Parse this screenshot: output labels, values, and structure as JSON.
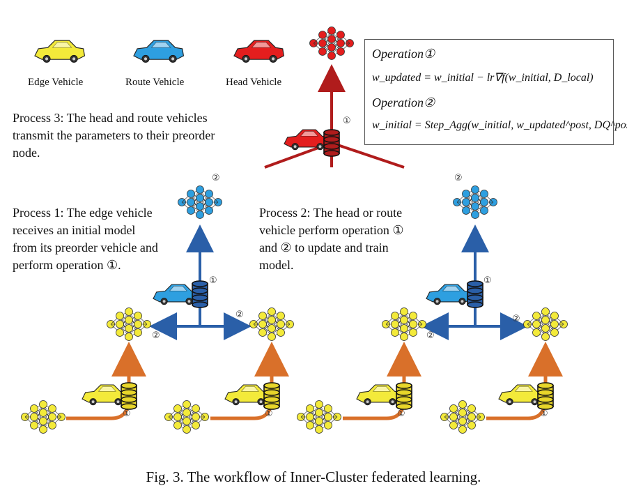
{
  "legend": {
    "edge": {
      "label": "Edge Vehicle",
      "color": "#f3ea3a"
    },
    "route": {
      "label": "Route Vehicle",
      "color": "#2e9fe0"
    },
    "head": {
      "label": "Head Vehicle",
      "color": "#e41e1e"
    }
  },
  "process3": [
    "Process 3: The head and route vehicles",
    "transmit the parameters to their preorder",
    "node."
  ],
  "process1": [
    "Process 1: The edge vehicle",
    "receives an initial model",
    "from its preorder vehicle and",
    "perform operation ①."
  ],
  "process2": [
    "Process 2: The head or route",
    "vehicle perform operation ①",
    "and ② to update and train",
    "model."
  ],
  "operations": {
    "op1_title": "Operation①",
    "op1_formula": "w_updated = w_initial − lr∇f(w_initial, D_local)",
    "op2_title": "Operation②",
    "op2_formula": "w_initial = Step_Agg(w_initial, w_updated^post, DQ^post)"
  },
  "markers": {
    "one": "①",
    "two": "②"
  },
  "caption": "Fig. 3.  The workflow of Inner-Cluster federated learning.",
  "colors": {
    "edge_nn": "#f3ea3a",
    "route_nn": "#2e9fe0",
    "head_nn": "#e41e1e",
    "orange": "#d9702a",
    "blue": "#2a5fa8",
    "red": "#b01c1c"
  }
}
